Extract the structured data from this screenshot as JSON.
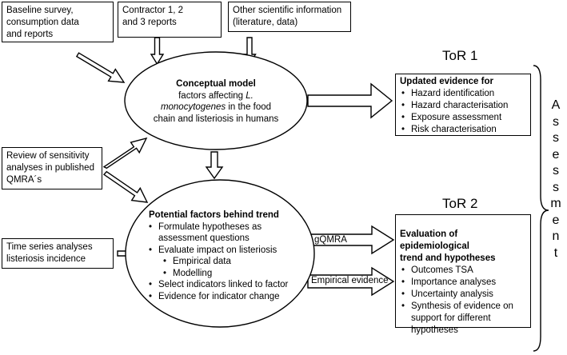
{
  "inputs": {
    "baseline": [
      "Baseline survey,",
      "consumption data",
      "and reports"
    ],
    "contractor": [
      "Contractor 1, 2",
      "and 3 reports"
    ],
    "other": [
      "Other scientific information",
      "(literature, data)"
    ],
    "review": [
      "Review of sensitivity",
      "analyses in published",
      "QMRA´s"
    ],
    "timeseries": [
      "Time series analyses",
      "listeriosis incidence"
    ]
  },
  "conceptual_model": {
    "title": "Conceptual model",
    "line1_pre": "factors affecting ",
    "line1_italic": "L.",
    "line2_italic": "monocytogenes",
    "line2_post": " in the food",
    "line3": "chain and listeriosis in humans"
  },
  "potential_factors": {
    "title": "Potential factors behind trend",
    "items": [
      {
        "text": "Formulate hypotheses as",
        "level": 1
      },
      {
        "text": "assessment questions",
        "level": 0
      },
      {
        "text": "Evaluate impact on listeriosis",
        "level": 1
      },
      {
        "text": "Empirical data",
        "level": 2
      },
      {
        "text": "Modelling",
        "level": 2
      },
      {
        "text": "Select indicators linked to factor",
        "level": 1
      },
      {
        "text": "Evidence for indicator change",
        "level": 1
      }
    ]
  },
  "tor1": {
    "label": "ToR 1",
    "heading": "Updated evidence for",
    "items": [
      "Hazard identification",
      "Hazard characterisation",
      "Exposure assessment",
      "Risk characterisation"
    ]
  },
  "tor2": {
    "label": "ToR 2",
    "heading_lines": [
      "Evaluation of epidemiological",
      "trend and hypotheses"
    ],
    "items": [
      {
        "text": "Outcomes TSA",
        "bullet": true
      },
      {
        "text": "Importance analyses",
        "bullet": true
      },
      {
        "text": "Uncertainty analysis",
        "bullet": true
      },
      {
        "text": "Synthesis of evidence on",
        "bullet": true
      },
      {
        "text": "support for different",
        "bullet": false
      },
      {
        "text": "hypotheses",
        "bullet": false
      }
    ]
  },
  "arrow_labels": {
    "gqmra": "gQMRA",
    "empirical": "Empirical evidence"
  },
  "assessment_word": "Assessment"
}
